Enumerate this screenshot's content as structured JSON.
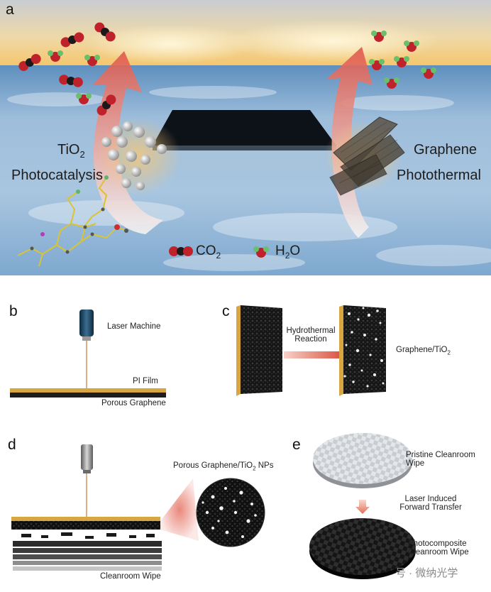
{
  "panel_a": {
    "label": "a",
    "tio2": "TiO",
    "tio2_sub": "2",
    "photocatalysis": "Photocatalysis",
    "graphene": "Graphene",
    "photothermal": "Photothermal",
    "legend_co2": "CO",
    "legend_co2_sub": "2",
    "legend_h2o_h": "H",
    "legend_h2o_sub": "2",
    "legend_h2o_o": "O"
  },
  "panel_b": {
    "label": "b",
    "laser_machine": "Laser Machine",
    "pi_film": "PI Film",
    "porous_graphene": "Porous Graphene"
  },
  "panel_c": {
    "label": "c",
    "reaction_line1": "Hydrothermal",
    "reaction_line2": "Reaction",
    "product": "Graphene/TiO",
    "product_sub": "2"
  },
  "panel_d": {
    "label": "d",
    "zoom_label": "Porous Graphene/TiO",
    "zoom_sub": "2",
    "zoom_suffix": " NPs",
    "cleanroom_wipe": "Cleanroom Wipe"
  },
  "panel_e": {
    "label": "e",
    "pristine_line1": "Pristine Cleanroom",
    "pristine_line2": "Wipe",
    "lift_line1": "Laser Induced",
    "lift_line2": "Forward Transfer",
    "photo_line1": "Photocomposite",
    "photo_line2": "Cleanroom Wipe"
  },
  "watermark": "号 · 微纳光学",
  "colors": {
    "sky_top": "#cfd2d6",
    "sunset": "#f2c470",
    "water": "#6d9ec7",
    "co2_red": "#c0222b",
    "h2o_green": "#68c06b",
    "pi_film": "#d8a640",
    "arrow_red": "#e0584a"
  }
}
